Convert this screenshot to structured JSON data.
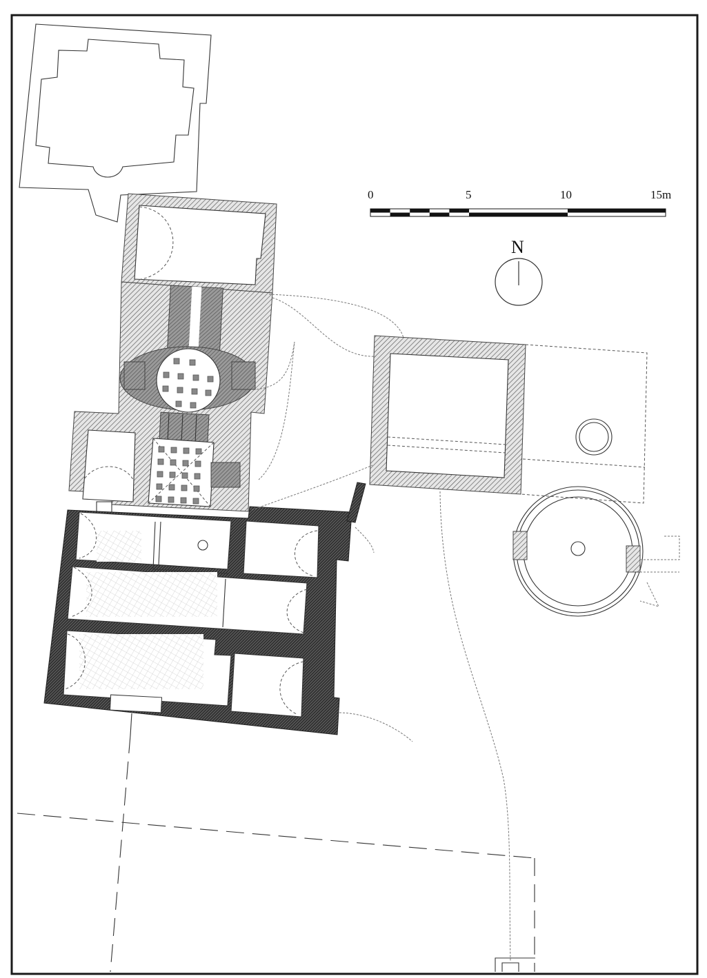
{
  "figure": {
    "type": "archaeological site plan",
    "description": "Plan of a Roman bath complex with hypocaust rooms, water channels and a circular structure"
  },
  "scale_bar": {
    "labels": [
      "0",
      "5",
      "10",
      "15m"
    ],
    "unit": "m",
    "max": 15,
    "colors": {
      "dark": "#111111",
      "light": "#ffffff"
    }
  },
  "north_arrow": {
    "label": "N"
  },
  "legend_colors": {
    "frame": "#1a1a1a",
    "hatch_light": "#555555",
    "hatch_dark": "#222222",
    "pila": "#888888"
  }
}
